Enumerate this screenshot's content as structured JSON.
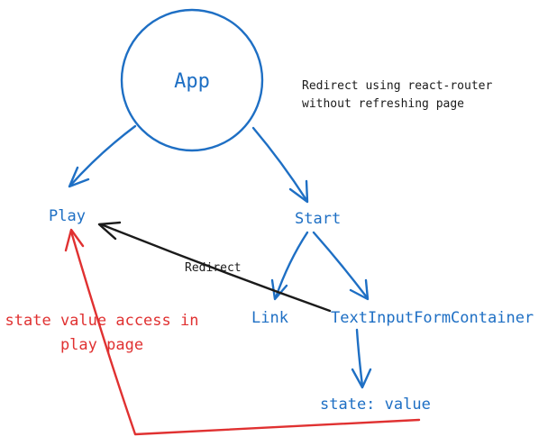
{
  "nodes": {
    "app": "App",
    "play": "Play",
    "start": "Start",
    "link": "Link",
    "text_input_form_container": "TextInputFormContainer",
    "state": "state: value"
  },
  "note": {
    "line1": "Redirect using react-router",
    "line2": "without refreshing page"
  },
  "edges": {
    "redirect_label": "Redirect"
  },
  "annotation": {
    "line1": "state value access in",
    "line2": "play page"
  },
  "colors": {
    "blue": "#1e6fc4",
    "black": "#1b1b1b",
    "red": "#e03131"
  }
}
